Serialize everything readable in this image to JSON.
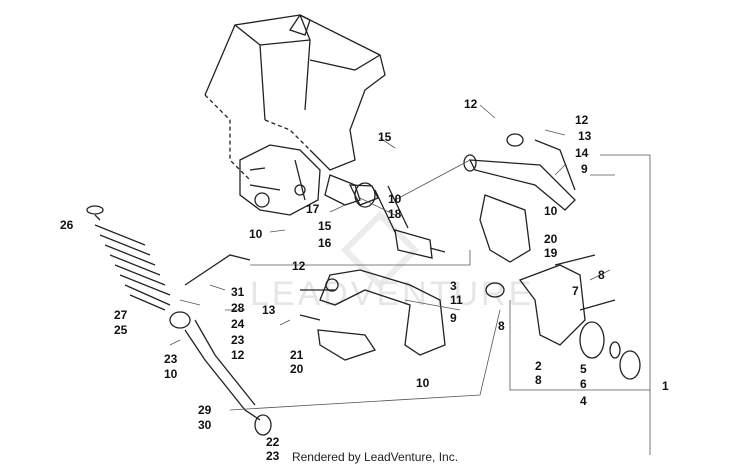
{
  "callouts": [
    "1",
    "2",
    "3",
    "4",
    "5",
    "6",
    "7",
    "8",
    "9",
    "10",
    "11",
    "12",
    "13",
    "14",
    "15",
    "16",
    "17",
    "18",
    "19",
    "20",
    "21",
    "22",
    "23",
    "24",
    "25",
    "26",
    "27",
    "28",
    "29",
    "30",
    "31"
  ],
  "labels": {
    "l12a": "12",
    "l12b": "12",
    "l13a": "13",
    "l14": "14",
    "l9a": "9",
    "l15a": "15",
    "l10a": "10",
    "l18": "18",
    "l17": "17",
    "l15b": "15",
    "l16": "16",
    "l10b": "10",
    "l10c": "10",
    "l20a": "20",
    "l19": "19",
    "l26": "26",
    "l12c": "12",
    "l8a": "8",
    "l7": "7",
    "l3": "3",
    "l11": "11",
    "l9b": "9",
    "l8b": "8",
    "l31": "31",
    "l28": "28",
    "l24": "24",
    "l23a": "23",
    "l27": "27",
    "l25": "25",
    "l13b": "13",
    "l12d": "12",
    "l21": "21",
    "l20b": "20",
    "l23b": "23",
    "l10d": "10",
    "l2": "2",
    "l8c": "8",
    "l10e": "10",
    "l5": "5",
    "l6": "6",
    "l4": "4",
    "l1": "1",
    "l29": "29",
    "l30": "30",
    "l22": "22",
    "l23c": "23"
  },
  "watermark": "LEADVENTURE",
  "footer": "Rendered by LeadVenture, Inc."
}
